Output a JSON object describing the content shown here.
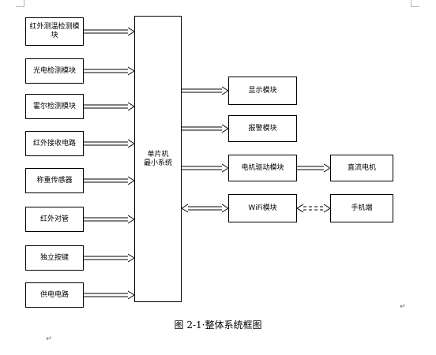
{
  "left_modules": [
    {
      "line1": "红外测温检测模",
      "line2": "块"
    },
    {
      "line1": "光电检测模块",
      "line2": ""
    },
    {
      "line1": "霍尔检测模块",
      "line2": ""
    },
    {
      "line1": "红外接收电路",
      "line2": ""
    },
    {
      "line1": "称重传感器",
      "line2": ""
    },
    {
      "line1": "红外对管",
      "line2": ""
    },
    {
      "line1": "独立按键",
      "line2": ""
    },
    {
      "line1": "供电电路",
      "line2": ""
    }
  ],
  "mcu": {
    "line1": "单片机",
    "line2": "最小系统"
  },
  "right_modules": {
    "display": "显示模块",
    "alarm": "报警模块",
    "motor_driver": "电机驱动模块",
    "wifi": "WiFi模块",
    "dc_motor": "直流电机",
    "phone": "手机端"
  },
  "caption": "图 2-1·整体系统框图",
  "paragraph_mark": "↵"
}
